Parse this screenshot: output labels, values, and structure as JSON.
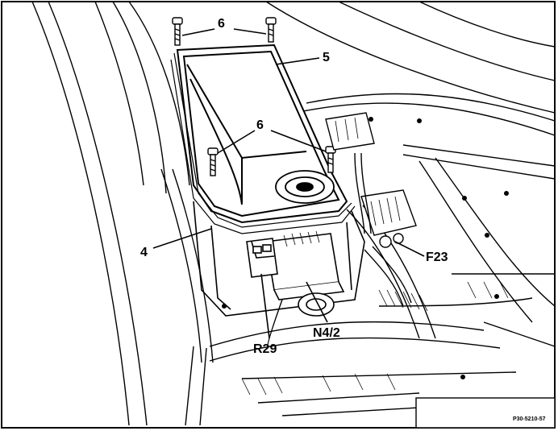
{
  "diagram": {
    "callouts": {
      "c6_top": "6",
      "c5": "5",
      "c6_mid": "6",
      "c4": "4",
      "cF23": "F23",
      "cR29": "R29",
      "cN42": "N4/2"
    },
    "figure_ref": "P30-5210-57"
  }
}
